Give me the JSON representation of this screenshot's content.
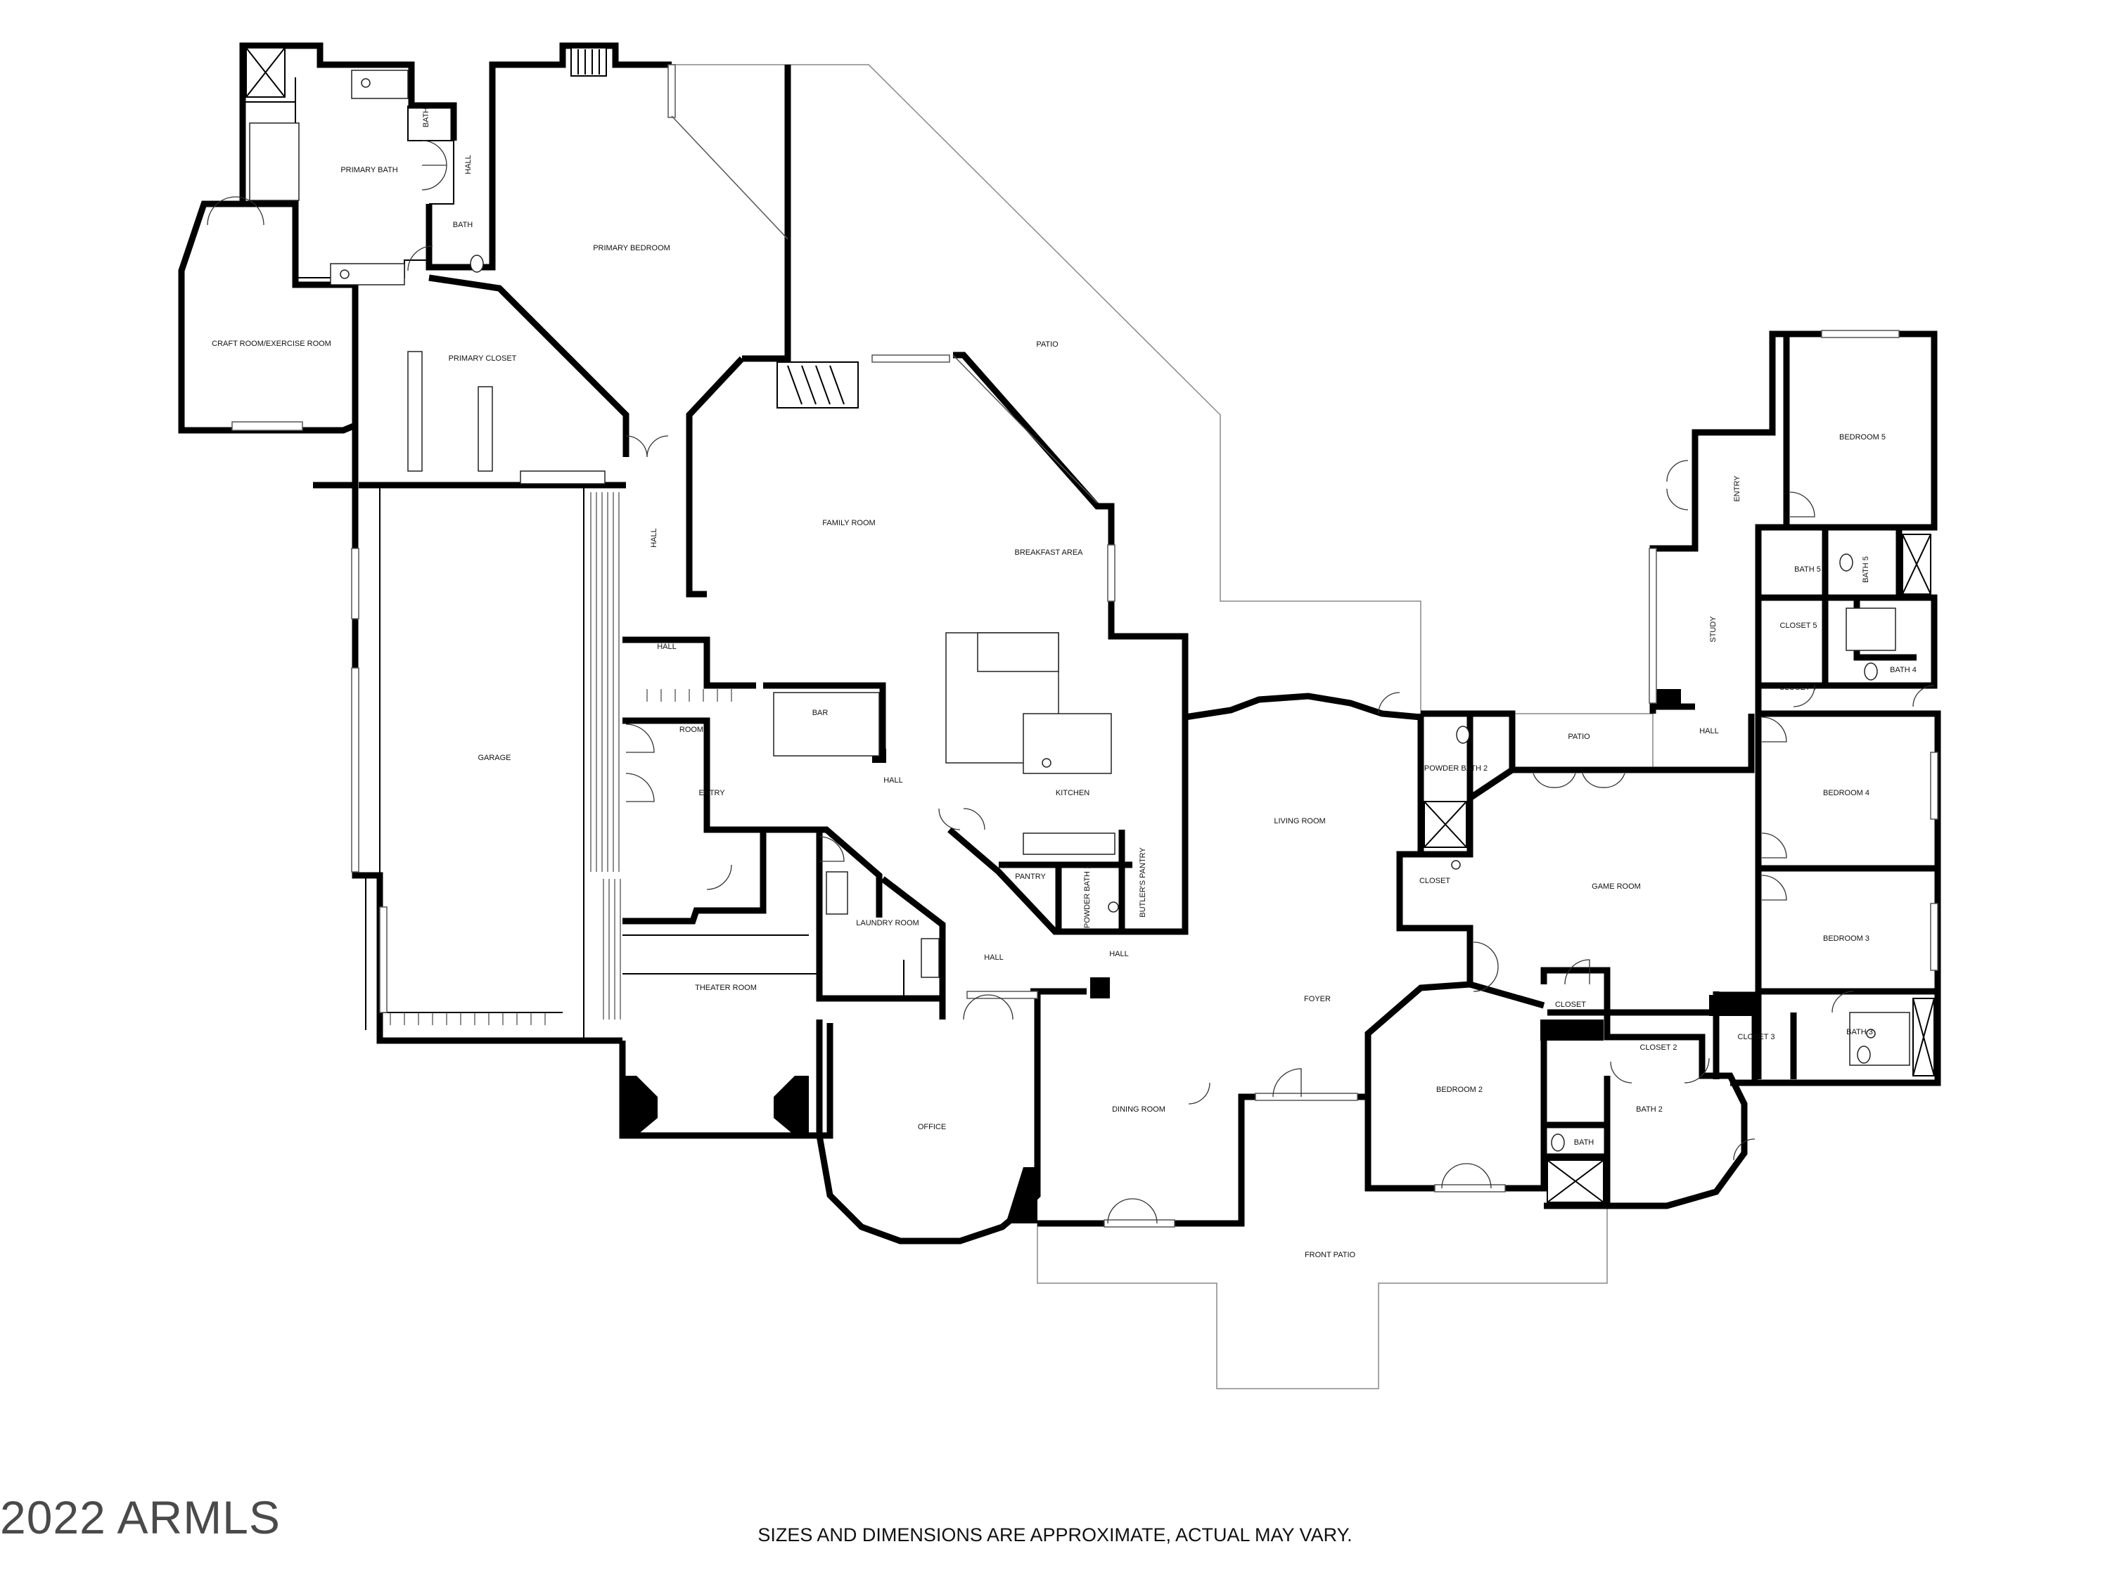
{
  "rooms": {
    "primary_bath": "PRIMARY BATH",
    "bath_a": "BATH",
    "hall_a": "HALL",
    "bath_b": "BATH",
    "primary_bedroom": "PRIMARY BEDROOM",
    "craft_room": "CRAFT ROOM/EXERCISE ROOM",
    "primary_closet": "PRIMARY CLOSET",
    "patio_back": "PATIO",
    "family_room": "FAMILY ROOM",
    "breakfast_area": "BREAKFAST AREA",
    "hall_b": "HALL",
    "hall_c": "HALL",
    "garage": "GARAGE",
    "room": "ROOM",
    "bar": "BAR",
    "hall_d": "HALL",
    "kitchen": "KITCHEN",
    "entry_a": "ENTRY",
    "pantry": "PANTRY",
    "powder_bath_1": "POWDER BATH 1",
    "butlers_pantry": "BUTLER'S PANTRY",
    "laundry_room": "LAUNDRY ROOM",
    "theater_room": "THEATER ROOM",
    "hall_e": "HALL",
    "hall_f": "HALL",
    "office": "OFFICE",
    "dining_room": "DINING ROOM",
    "front_patio": "FRONT PATIO",
    "living_room": "LIVING ROOM",
    "foyer": "FOYER",
    "powder_bath_2": "POWDER BATH 2",
    "closet_a": "CLOSET",
    "patio_side": "PATIO",
    "game_room": "GAME ROOM",
    "closet_b": "CLOSET",
    "bedroom_2": "BEDROOM 2",
    "closet_2": "CLOSET 2",
    "bath_2": "BATH 2",
    "bath_c": "BATH",
    "closet_3": "CLOSET 3",
    "bath_3": "BATH 3",
    "bedroom_3": "BEDROOM 3",
    "bedroom_4": "BEDROOM 4",
    "hall_g": "HALL",
    "study": "STUDY",
    "entry_b": "ENTRY",
    "bedroom_5": "BEDROOM 5",
    "bath_5a": "BATH 5",
    "bath_5b": "BATH 5",
    "closet_5": "CLOSET 5",
    "closet_4": "CLOSET 4",
    "bath_4": "BATH 4"
  },
  "footer": {
    "watermark": "2022 ARMLS",
    "disclaimer": "SIZES AND DIMENSIONS ARE APPROXIMATE, ACTUAL MAY VARY."
  }
}
